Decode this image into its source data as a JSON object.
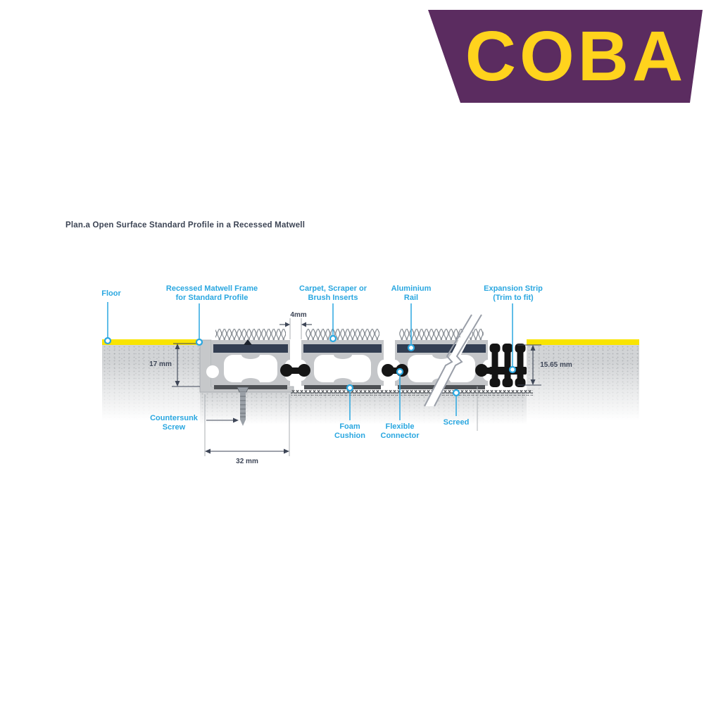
{
  "logo": {
    "text": "COBA"
  },
  "title": "Plan.a Open Surface Standard Profile in a Recessed Matwell",
  "labels": {
    "floor": {
      "line1": "Floor"
    },
    "matwell_frame": {
      "line1": "Recessed Matwell Frame",
      "line2": "for Standard Profile"
    },
    "inserts": {
      "line1": "Carpet, Scraper or",
      "line2": "Brush Inserts"
    },
    "rail": {
      "line1": "Aluminium",
      "line2": "Rail"
    },
    "expansion_strip": {
      "line1": "Expansion Strip",
      "line2": "(Trim to fit)"
    },
    "countersunk_screw": {
      "line1": "Countersunk",
      "line2": "Screw"
    },
    "foam_cushion": {
      "line1": "Foam",
      "line2": "Cushion"
    },
    "flexible_connector": {
      "line1": "Flexible",
      "line2": "Connector"
    },
    "screed": {
      "line1": "Screed"
    }
  },
  "dimensions": {
    "recess_depth": "17 mm",
    "insert_gap": "4mm",
    "module_width": "32 mm",
    "strip_height": "15.65 mm"
  },
  "colors": {
    "accent_blue": "#2aa7e0",
    "dim_navy": "#3e4657",
    "logo_purple": "#5b2c60",
    "logo_yellow": "#ffd31d",
    "floor_yellow": "#f9e400",
    "aluminium_gray": "#c4c6c9",
    "insert_navy": "#333e52"
  }
}
